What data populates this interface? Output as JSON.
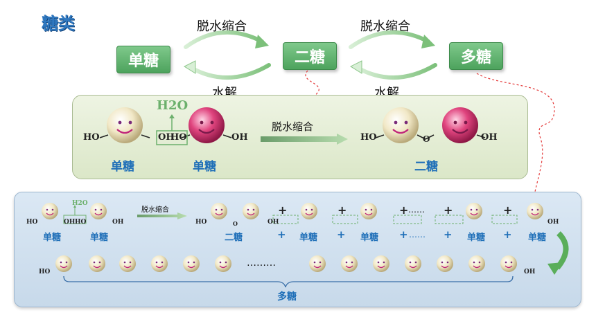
{
  "title": "糖类",
  "top": {
    "box_mono": "单糖",
    "box_di": "二糖",
    "box_poly": "多糖",
    "label_condense_1": "脱水缩合",
    "label_hydrolysis_1": "水解",
    "label_condense_2": "脱水缩合",
    "label_hydrolysis_2": "水解"
  },
  "panel1": {
    "ho_left": "HO",
    "oh_mid": "OH",
    "ho_mid": "HO",
    "oh_right": "OH",
    "water": "H2O",
    "arrow_label": "脱水缩合",
    "mono_label_1": "单糖",
    "mono_label_2": "单糖",
    "prod_ho": "HO",
    "prod_o": "O",
    "prod_oh": "OH",
    "di_label": "二糖"
  },
  "panel2": {
    "arrow_label": "脱水缩合",
    "water": "H2O",
    "mono_label_1": "单糖",
    "mono_label_2": "单糖",
    "di_label": "二糖",
    "plus": "+",
    "mono_label_a": "单糖",
    "mono_label_b": "单糖",
    "mono_label_c": "单糖",
    "mono_label_d": "单糖",
    "dots": "……",
    "chain_dots": "………",
    "poly_label": "多糖",
    "ho": "HO",
    "oh": "OH",
    "o": "O"
  },
  "colors": {
    "green_box": "#5aae68",
    "blue_text": "#1f6fb8",
    "cream_ball": "#efe6c4",
    "pink_ball": "#e0447e"
  }
}
